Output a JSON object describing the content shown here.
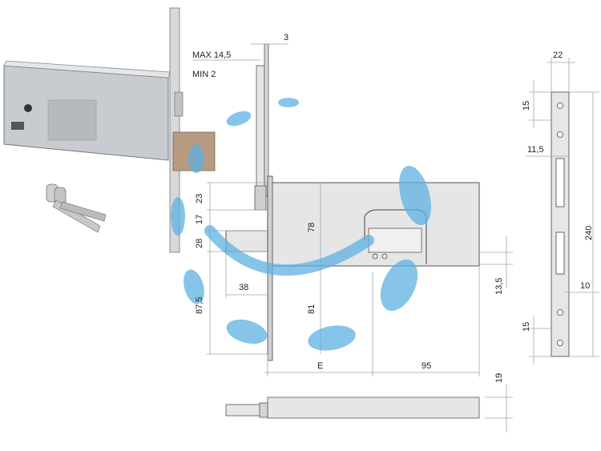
{
  "labels": {
    "max": "MAX 14,5",
    "min": "MIN 2",
    "d3": "3",
    "d23": "23",
    "d17": "17",
    "d28": "28",
    "d78": "78",
    "d38": "38",
    "d81": "81",
    "d875": "87,5",
    "d135": "13,5",
    "dE": "E",
    "d95": "95",
    "d19": "19",
    "d22": "22",
    "d15a": "15",
    "d115": "11,5",
    "d240": "240",
    "d10": "10",
    "d15b": "15"
  },
  "colors": {
    "accent": "#5fb0e2",
    "metal": "#c8ccd0",
    "bolt": "#b89a80"
  }
}
